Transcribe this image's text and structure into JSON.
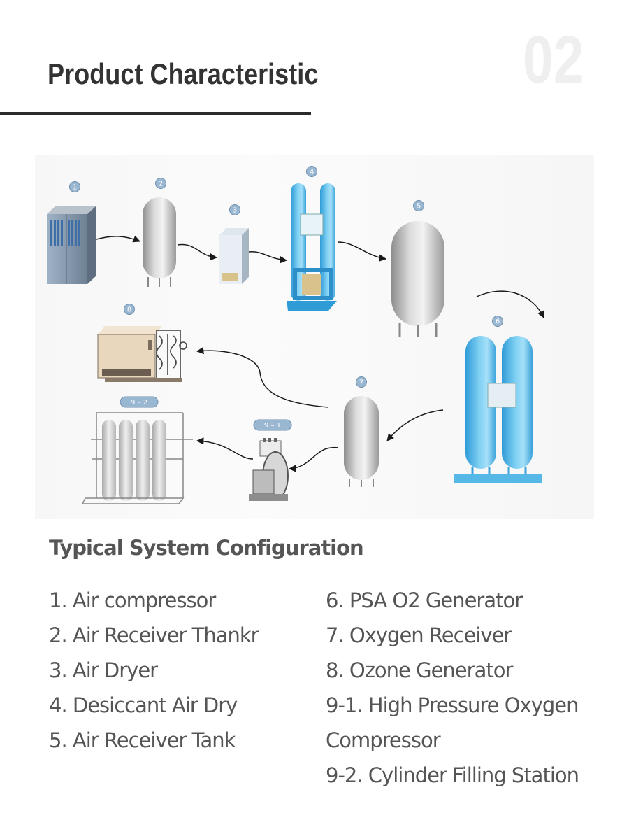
{
  "header": {
    "title": "Product Characteristic",
    "section_number": "02"
  },
  "diagram": {
    "badges": [
      "1",
      "2",
      "3",
      "4",
      "5",
      "6",
      "7",
      "8",
      "9 – 2",
      "9 – 1"
    ],
    "colors": {
      "tank_gray": "#c9c9c9",
      "dryer_blue": "#6ec6ee",
      "compressor_blue": "#6f8fb0",
      "badge_blue": "#9ab7d1",
      "ozone_beige": "#e9d7bd"
    }
  },
  "config": {
    "heading": "Typical System Configuration",
    "left_items": [
      "1. Air compressor",
      "2. Air Receiver Thankr",
      "3. Air Dryer",
      "4. Desiccant Air Dry",
      "5. Air Receiver Tank"
    ],
    "right_items": [
      "6. PSA O2 Generator",
      "7. Oxygen Receiver",
      "8. Ozone Generator",
      "9-1. High Pressure Oxygen",
      "Compressor",
      "9-2. Cylinder Filling Station"
    ]
  }
}
